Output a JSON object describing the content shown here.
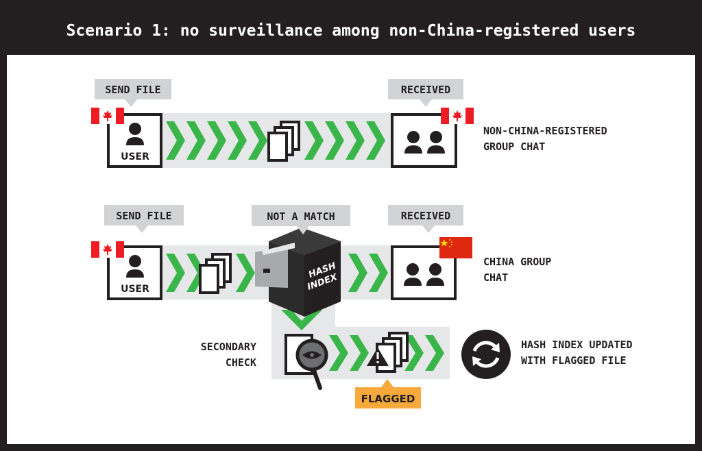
{
  "title": "Scenario 1: no surveillance among non-China-registered users",
  "row1": {
    "send_label": "SEND FILE",
    "user_label": "USER",
    "received_label": "RECEIVED",
    "group_label_line1": "NON-CHINA-REGISTERED",
    "group_label_line2": "GROUP CHAT"
  },
  "row2": {
    "send_label": "SEND FILE",
    "user_label": "USER",
    "match_label": "NOT A MATCH",
    "cabinet_line1": "HASH",
    "cabinet_line2": "INDEX",
    "received_label": "RECEIVED",
    "group_label_line1": "CHINA GROUP",
    "group_label_line2": "CHAT"
  },
  "secondary": {
    "label_line1": "SECONDARY",
    "label_line2": "CHECK",
    "flagged_label": "FLAGGED",
    "result_line1": "HASH INDEX UPDATED",
    "result_line2": "WITH FLAGGED FILE"
  },
  "colors": {
    "green": "#39b54a",
    "band": "#e6e7e8",
    "label_bg": "#d1d3d4",
    "dark": "#231f20",
    "flag_red": "#ed1c24",
    "china_red": "#de2910",
    "china_star": "#ffde00",
    "flagged_orange": "#f7a93b"
  }
}
